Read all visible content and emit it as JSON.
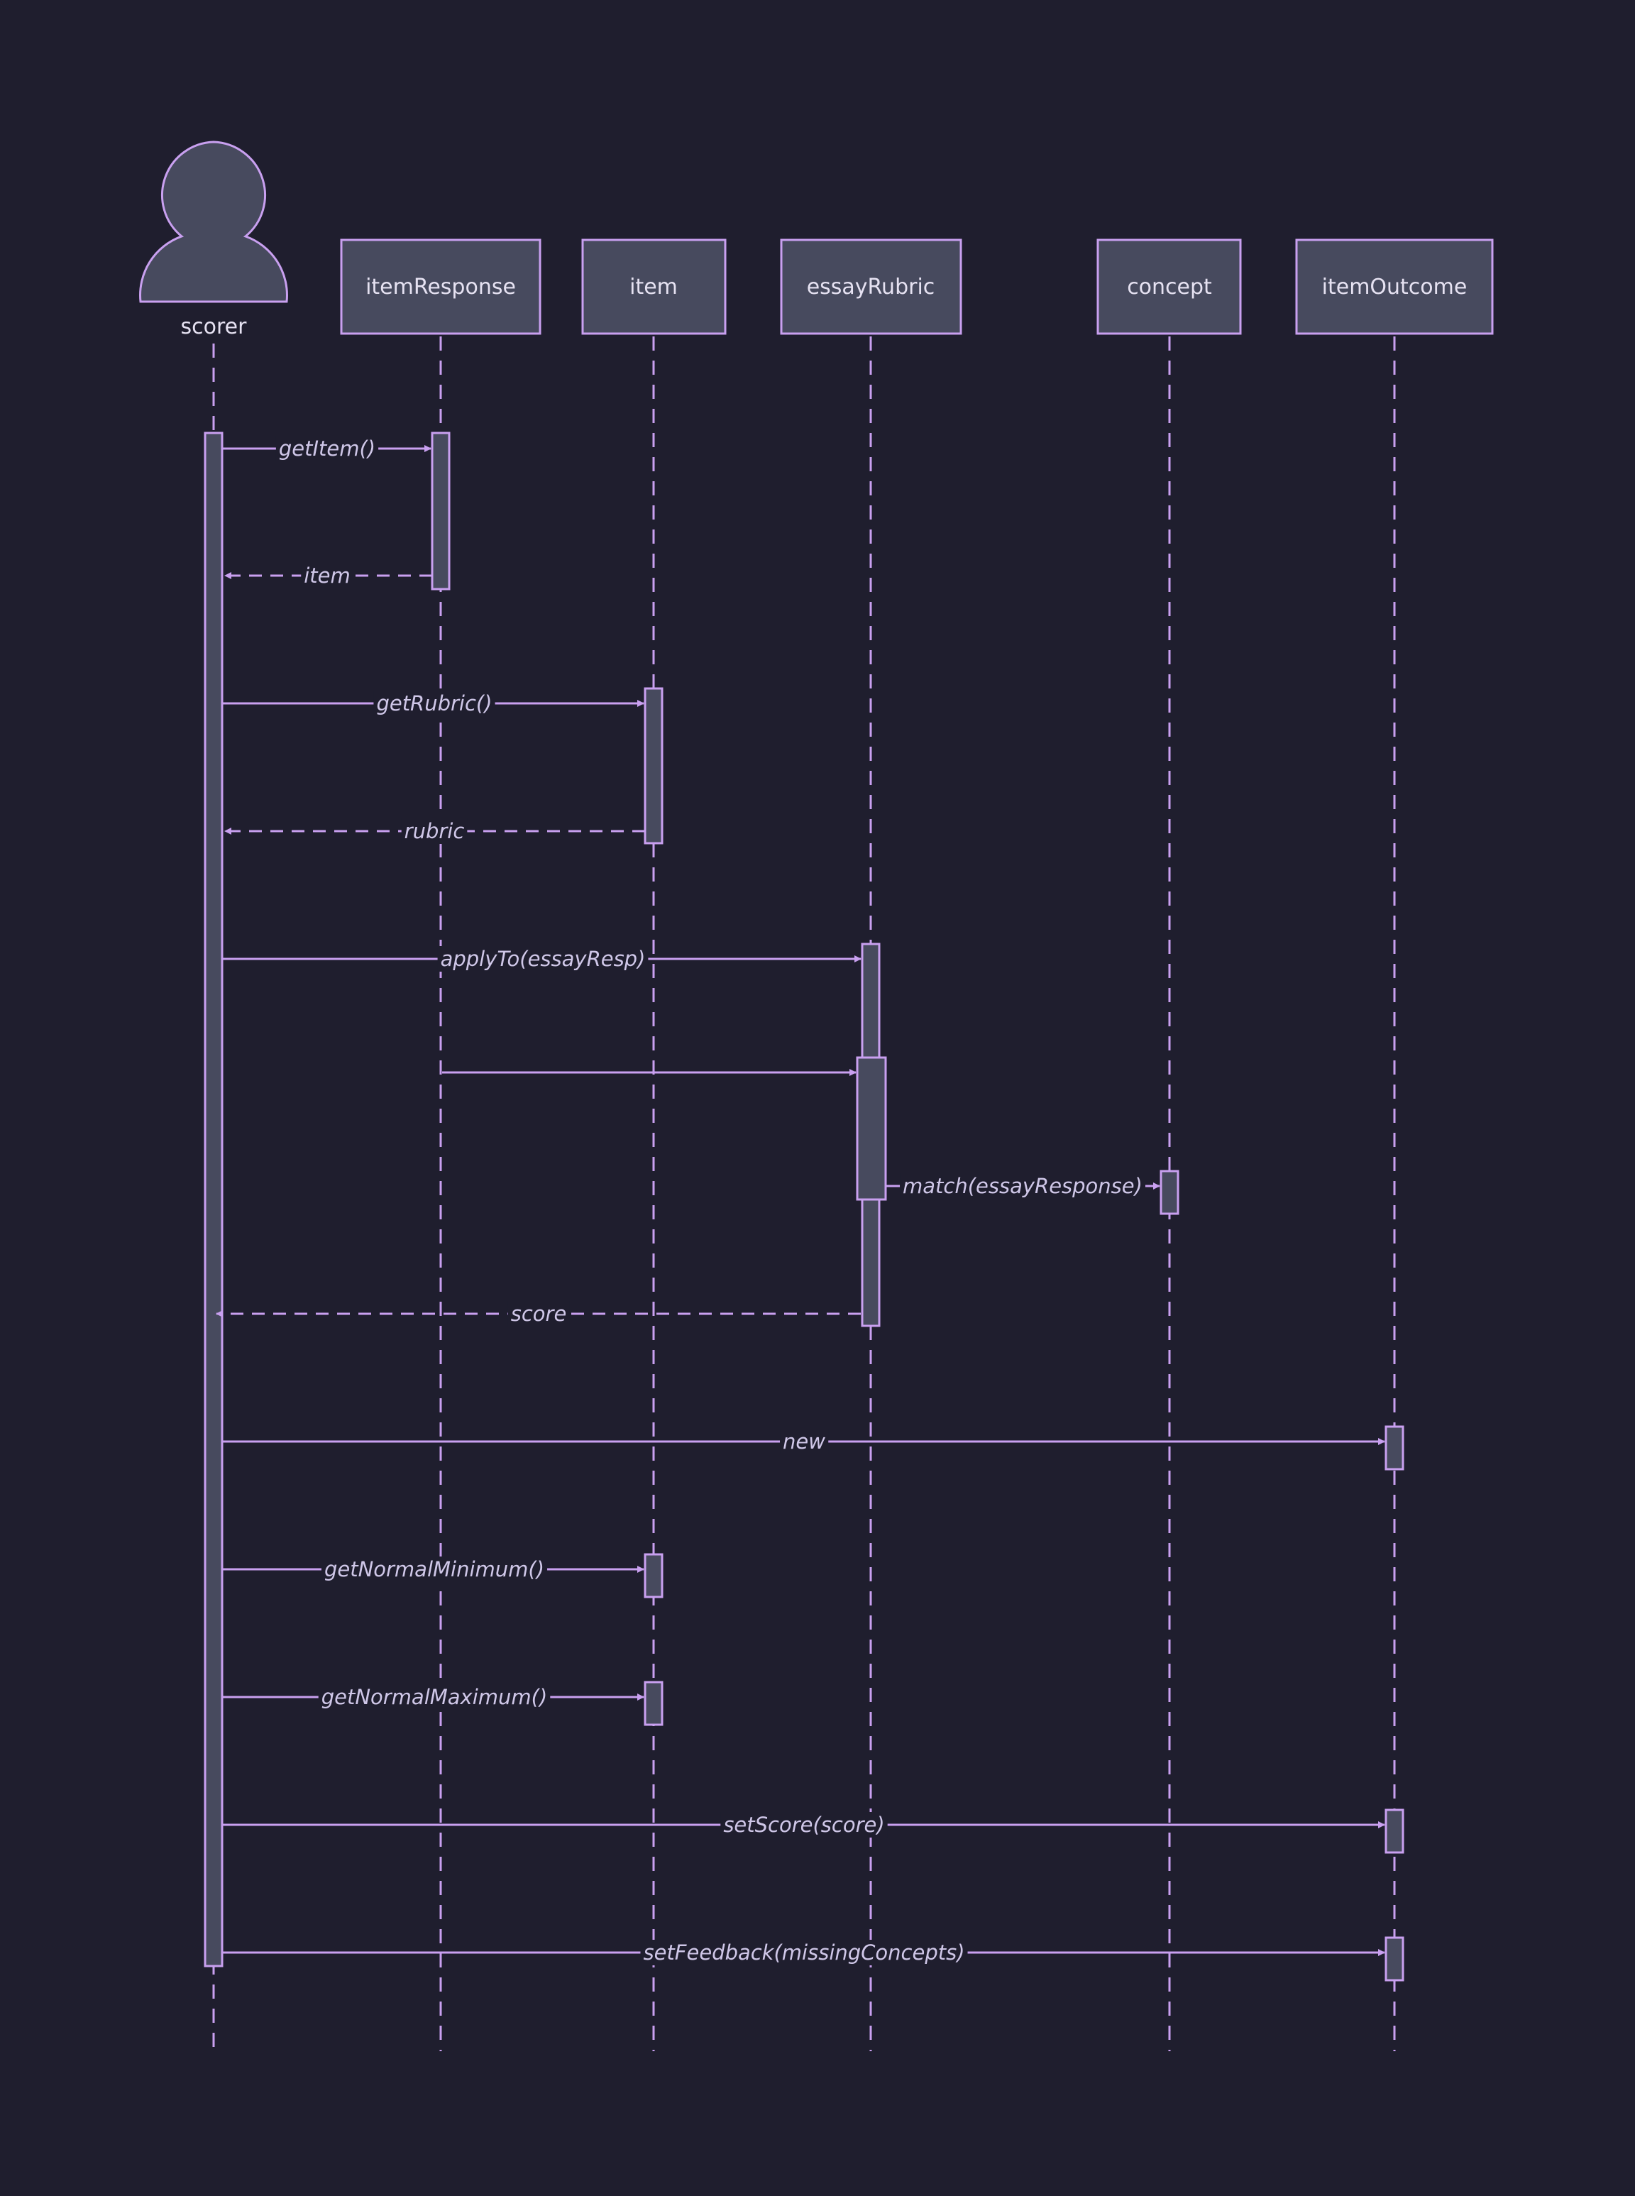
{
  "diagram": {
    "type": "sequence",
    "theme": {
      "background": "#1f1e2e",
      "stroke": "#c9a0f0",
      "box_fill": "#474a5e",
      "text": "#e6e2f2",
      "label_text": "#cfc7e8"
    },
    "participants": [
      {
        "id": "scorer",
        "label": "scorer",
        "kind": "actor"
      },
      {
        "id": "itemResponse",
        "label": "itemResponse",
        "kind": "object"
      },
      {
        "id": "item",
        "label": "item",
        "kind": "object"
      },
      {
        "id": "essayRubric",
        "label": "essayRubric",
        "kind": "object"
      },
      {
        "id": "concept",
        "label": "concept",
        "kind": "object"
      },
      {
        "id": "itemOutcome",
        "label": "itemOutcome",
        "kind": "object"
      }
    ],
    "messages": [
      {
        "from": "scorer",
        "to": "itemResponse",
        "label": "getItem()",
        "kind": "call"
      },
      {
        "from": "itemResponse",
        "to": "scorer",
        "label": "item",
        "kind": "return"
      },
      {
        "from": "scorer",
        "to": "item",
        "label": "getRubric()",
        "kind": "call"
      },
      {
        "from": "item",
        "to": "scorer",
        "label": "rubric",
        "kind": "return"
      },
      {
        "from": "scorer",
        "to": "essayRubric",
        "label": "applyTo(essayResp)",
        "kind": "call"
      },
      {
        "from": "itemResponse",
        "to": "essayRubric",
        "label": "",
        "kind": "call"
      },
      {
        "from": "essayRubric",
        "to": "concept",
        "label": "match(essayResponse)",
        "kind": "call"
      },
      {
        "from": "essayRubric",
        "to": "scorer",
        "label": "score",
        "kind": "return"
      },
      {
        "from": "scorer",
        "to": "itemOutcome",
        "label": "new",
        "kind": "call"
      },
      {
        "from": "scorer",
        "to": "item",
        "label": "getNormalMinimum()",
        "kind": "call"
      },
      {
        "from": "scorer",
        "to": "item",
        "label": "getNormalMaximum()",
        "kind": "call"
      },
      {
        "from": "scorer",
        "to": "itemOutcome",
        "label": "setScore(score)",
        "kind": "call"
      },
      {
        "from": "scorer",
        "to": "itemOutcome",
        "label": "setFeedback(missingConcepts)",
        "kind": "call"
      }
    ]
  }
}
